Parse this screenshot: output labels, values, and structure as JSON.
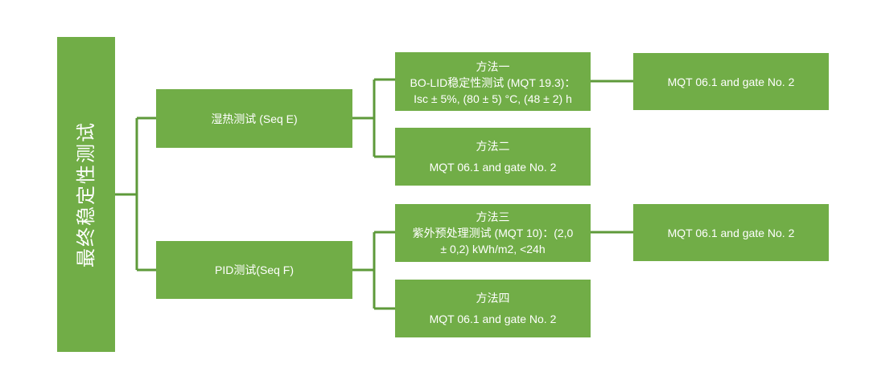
{
  "root": {
    "label": "最终稳定性测试"
  },
  "tests": [
    {
      "label": "湿热测试 (Seq E)",
      "methods": [
        {
          "title": "方法一",
          "lines": [
            "BO-LID稳定性测试 (MQT 19.3)：",
            "Isc ± 5%, (80 ± 5) °C, (48 ± 2) h"
          ],
          "result": "MQT 06.1 and gate No. 2"
        },
        {
          "title": "方法二",
          "lines": [
            "MQT 06.1 and gate No. 2"
          ]
        }
      ]
    },
    {
      "label": "PID测试(Seq F)",
      "methods": [
        {
          "title": "方法三",
          "lines": [
            "紫外预处理测试 (MQT 10)：(2,0",
            "± 0,2) kWh/m2, <24h"
          ],
          "result": "MQT 06.1 and gate No. 2"
        },
        {
          "title": "方法四",
          "lines": [
            "MQT 06.1 and gate No. 2"
          ]
        }
      ]
    }
  ],
  "colors": {
    "box_fill": "#71ad47",
    "connector": "#5e9a3a",
    "text": "#ffffff"
  }
}
